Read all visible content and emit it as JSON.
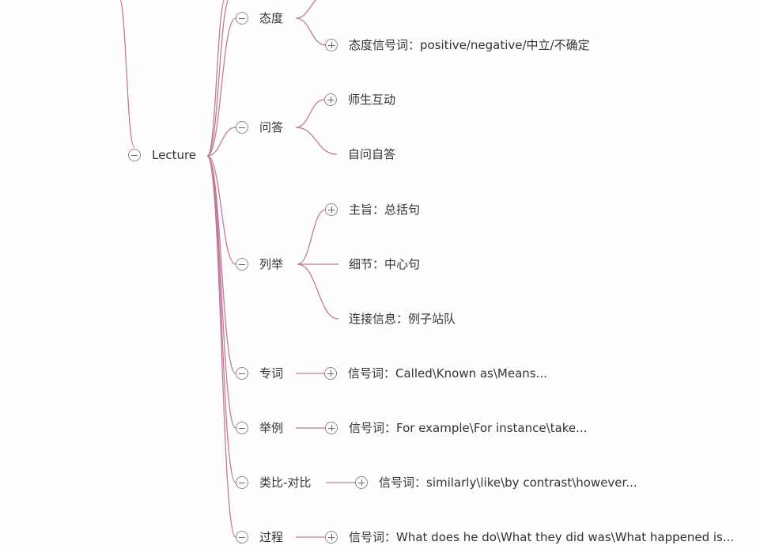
{
  "colors": {
    "link": "#c07a9a",
    "toggle_border": "#8a8a8a",
    "text": "#333333"
  },
  "root": {
    "label": "Lecture",
    "toggle": "minus"
  },
  "branches": [
    {
      "label": "态度",
      "toggle": "minus",
      "children": [
        {
          "label": "态度信号词：positive/negative/中立/不确定",
          "toggle": "plus"
        }
      ]
    },
    {
      "label": "问答",
      "toggle": "minus",
      "children": [
        {
          "label": "师生互动",
          "toggle": "plus"
        },
        {
          "label": "自问自答",
          "toggle": "none"
        }
      ]
    },
    {
      "label": "列举",
      "toggle": "minus",
      "children": [
        {
          "label": "主旨：总括句",
          "toggle": "plus"
        },
        {
          "label": "细节：中心句",
          "toggle": "none"
        },
        {
          "label": "连接信息：例子站队",
          "toggle": "none"
        }
      ]
    },
    {
      "label": "专词",
      "toggle": "minus",
      "children": [
        {
          "label": "信号词：Called\\Known as\\Means...",
          "toggle": "plus"
        }
      ]
    },
    {
      "label": "举例",
      "toggle": "minus",
      "children": [
        {
          "label": "信号词：For example\\For instance\\take...",
          "toggle": "plus"
        }
      ]
    },
    {
      "label": "类比-对比",
      "toggle": "minus",
      "children": [
        {
          "label": "信号词：similarly\\like\\by contrast\\however...",
          "toggle": "plus"
        }
      ]
    },
    {
      "label": "过程",
      "toggle": "minus",
      "children": [
        {
          "label": "信号词：What does he do\\What they did was\\What happened is...",
          "toggle": "plus"
        }
      ]
    }
  ]
}
